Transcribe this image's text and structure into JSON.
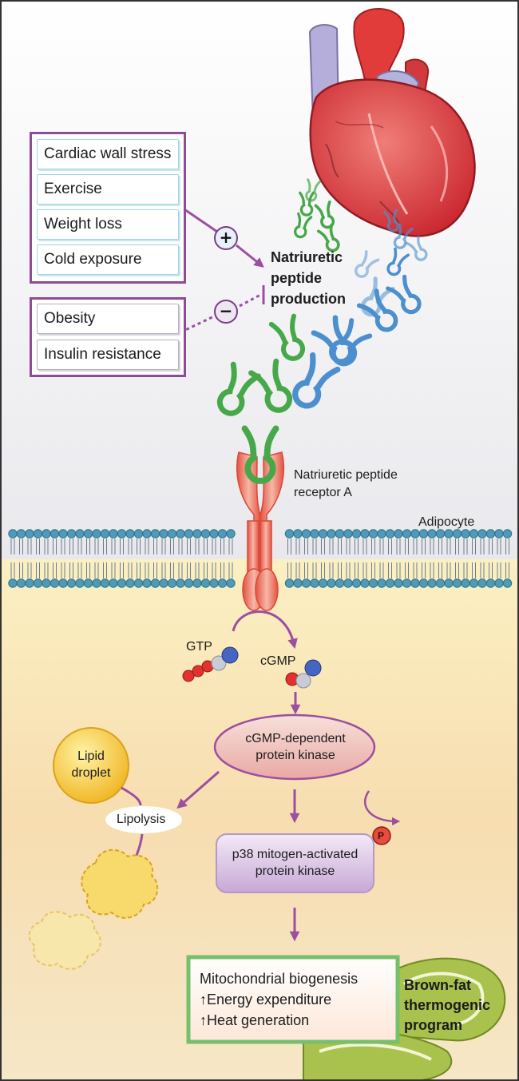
{
  "factors_increase": [
    "Cardiac wall stress",
    "Exercise",
    "Weight loss",
    "Cold exposure"
  ],
  "factors_decrease": [
    "Obesity",
    "Insulin resistance"
  ],
  "sign_increase": "+",
  "sign_decrease": "−",
  "peptide_production": [
    "Natriuretic",
    "peptide",
    "production"
  ],
  "receptor_label": [
    "Natriuretic peptide",
    "receptor A"
  ],
  "cell_label": "Adipocyte",
  "gtp_label": "GTP",
  "cgmp_label": "cGMP",
  "kinase_pkg": [
    "cGMP-dependent",
    "protein kinase"
  ],
  "lipid_droplet": [
    "Lipid",
    "droplet"
  ],
  "lipolysis": "Lipolysis",
  "phospho": "P",
  "kinase_p38": [
    "p38 mitogen-activated",
    "protein kinase"
  ],
  "outcomes": [
    "Mitochondrial biogenesis",
    "↑Energy expenditure",
    "↑Heat generation"
  ],
  "program_label": [
    "Brown-fat",
    "thermogenic",
    "program"
  ],
  "colors": {
    "arrow": "#9b4fa0",
    "frame": "#8e4b97",
    "green_peptide": "#47a84a",
    "blue_peptide": "#4b8fcf",
    "receptor": "#ea6a56",
    "membrane": "#4d9bb8",
    "kinase_fill": "#f1cfc9",
    "p38_fill": "#dcc6e6",
    "outcome_border": "#76c06b",
    "droplet": "#f4cc3c"
  }
}
